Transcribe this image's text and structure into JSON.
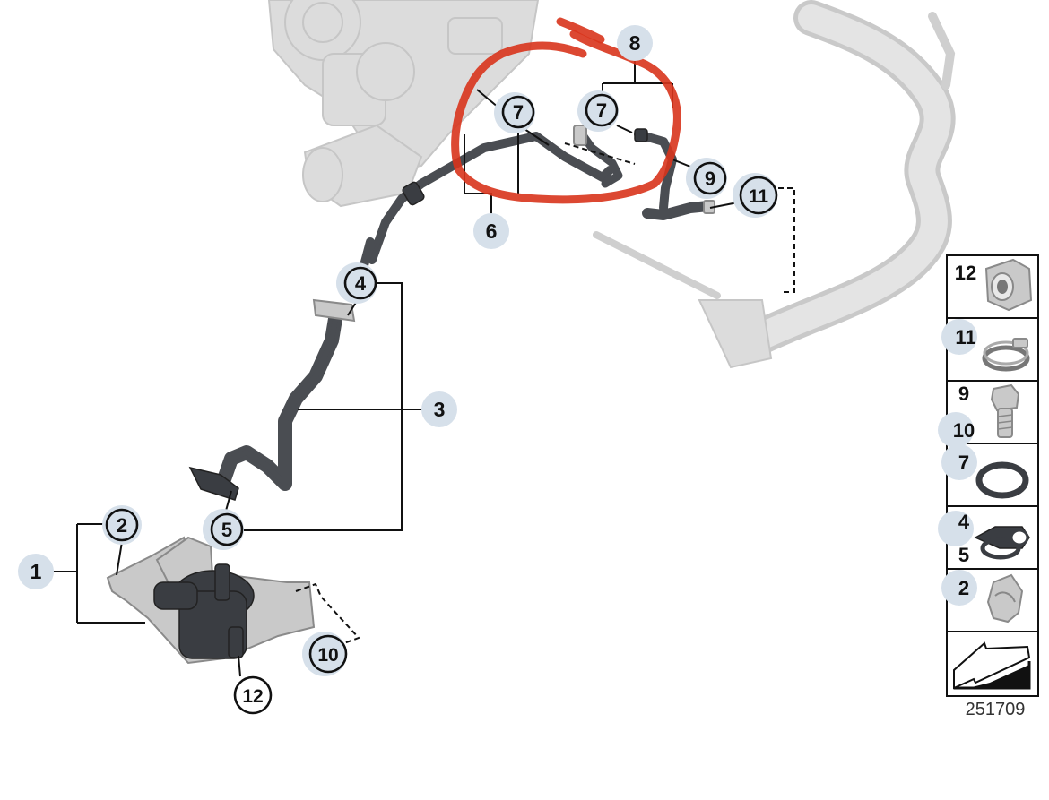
{
  "callouts": {
    "c1": "1",
    "c2": "2",
    "c3": "3",
    "c4": "4",
    "c5": "5",
    "c6": "6",
    "c7a": "7",
    "c7b": "7",
    "c8": "8",
    "c9": "9",
    "c10": "10",
    "c11": "11",
    "c12": "12"
  },
  "legend": {
    "rows": [
      {
        "labels": [
          "12"
        ],
        "icon": "hose-connector-icon"
      },
      {
        "labels": [
          "11"
        ],
        "icon": "hose-clamp-icon"
      },
      {
        "labels": [
          "9",
          "10"
        ],
        "icon": "bolt-icon"
      },
      {
        "labels": [
          "7"
        ],
        "icon": "o-ring-icon"
      },
      {
        "labels": [
          "4",
          "5"
        ],
        "icon": "double-clip-icon"
      },
      {
        "labels": [
          "2"
        ],
        "icon": "spring-clip-icon"
      }
    ],
    "arrow_icon": "direction-arrow-icon"
  },
  "reference_number": "251709",
  "annotation_color": "#d8341c",
  "bubble_color": "#d6e0ea"
}
